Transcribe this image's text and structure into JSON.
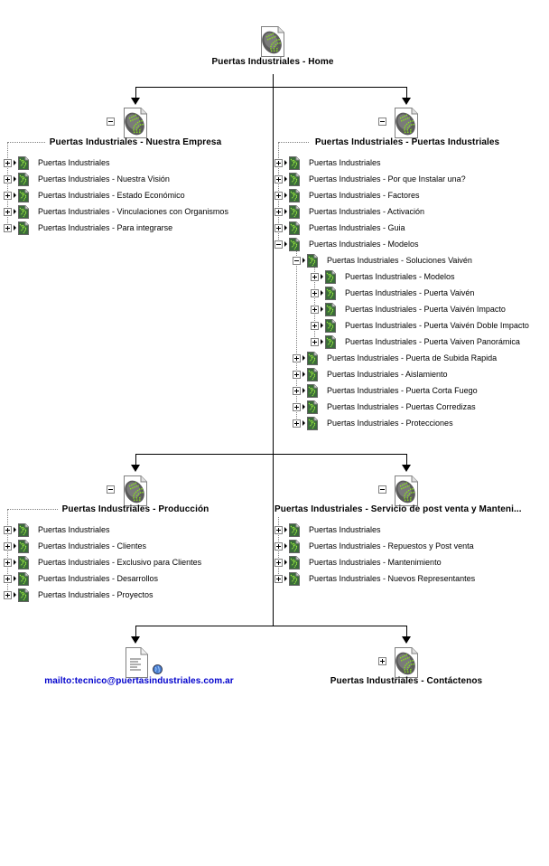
{
  "root": {
    "title": "Puertas Industriales - Home",
    "icon": "page-logo-icon"
  },
  "branches": [
    {
      "title": "Puertas Industriales - Nuestra Empresa",
      "expanded": true,
      "items": [
        {
          "label": "Puertas Industriales",
          "expanded": false
        },
        {
          "label": "Puertas Industriales - Nuestra Visión",
          "expanded": false
        },
        {
          "label": "Puertas Industriales - Estado Económico",
          "expanded": false
        },
        {
          "label": "Puertas Industriales - Vinculaciones con Organismos",
          "expanded": false
        },
        {
          "label": "Puertas Industriales - Para integrarse",
          "expanded": false
        }
      ]
    },
    {
      "title": "Puertas Industriales - Puertas Industriales",
      "expanded": true,
      "items": [
        {
          "label": "Puertas Industriales",
          "expanded": false
        },
        {
          "label": "Puertas Industriales - Por que Instalar una?",
          "expanded": false
        },
        {
          "label": "Puertas Industriales - Factores",
          "expanded": false
        },
        {
          "label": "Puertas Industriales - Activación",
          "expanded": false
        },
        {
          "label": "Puertas Industriales - Guia",
          "expanded": false
        },
        {
          "label": "Puertas Industriales - Modelos",
          "expanded": true,
          "children": [
            {
              "label": "Puertas Industriales - Soluciones Vaivén",
              "expanded": true,
              "children": [
                {
                  "label": "Puertas Industriales - Modelos",
                  "expanded": false
                },
                {
                  "label": "Puertas Industriales - Puerta Vaivén",
                  "expanded": false
                },
                {
                  "label": "Puertas Industriales - Puerta Vaivén Impacto",
                  "expanded": false
                },
                {
                  "label": "Puertas Industriales - Puerta Vaivén Doble Impacto",
                  "expanded": false
                },
                {
                  "label": "Puertas Industriales - Puerta Vaiven Panorámica",
                  "expanded": false
                }
              ]
            },
            {
              "label": "Puertas Industriales - Puerta de Subida Rapida",
              "expanded": false
            },
            {
              "label": "Puertas Industriales - Aislamiento",
              "expanded": false
            },
            {
              "label": "Puertas Industriales - Puerta Corta Fuego",
              "expanded": false
            },
            {
              "label": "Puertas Industriales - Puertas Corredizas",
              "expanded": false
            },
            {
              "label": "Puertas Industriales - Protecciones",
              "expanded": false
            }
          ]
        }
      ]
    },
    {
      "title": "Puertas Industriales - Producción",
      "expanded": true,
      "items": [
        {
          "label": "Puertas Industriales",
          "expanded": false
        },
        {
          "label": "Puertas Industriales - Clientes",
          "expanded": false
        },
        {
          "label": "Puertas Industriales - Exclusivo para Clientes",
          "expanded": false
        },
        {
          "label": "Puertas Industriales - Desarrollos",
          "expanded": false
        },
        {
          "label": "Puertas Industriales - Proyectos",
          "expanded": false
        }
      ]
    },
    {
      "title": "Puertas Industriales - Servicio de post venta y Manteni...",
      "expanded": true,
      "items": [
        {
          "label": "Puertas Industriales",
          "expanded": false
        },
        {
          "label": "Puertas Industriales - Repuestos y Post venta",
          "expanded": false
        },
        {
          "label": "Puertas Industriales - Mantenimiento",
          "expanded": false
        },
        {
          "label": "Puertas Industriales - Nuevos Representantes",
          "expanded": false
        }
      ]
    },
    {
      "title": "mailto:tecnico@puertasindustriales.com.ar",
      "type": "external-link",
      "color": "#0000cc"
    },
    {
      "title": "Puertas Industriales - Contáctenos",
      "expanded": false
    }
  ]
}
